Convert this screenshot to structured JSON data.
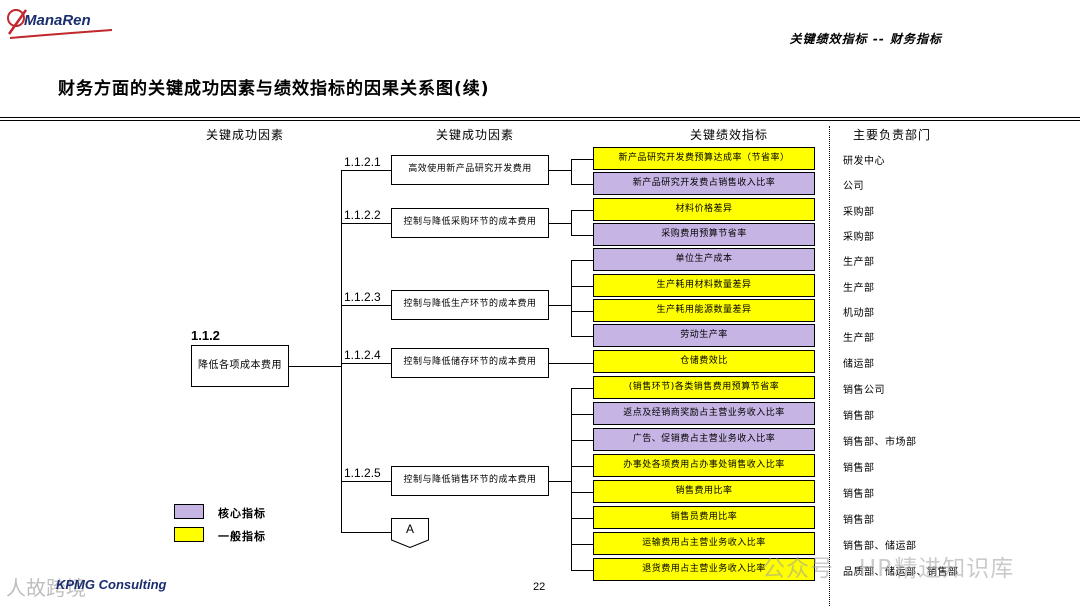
{
  "header": {
    "logo_text": "ManaRen",
    "right_title": "关键绩效指标 -- 财务指标",
    "main_title": "财务方面的关键成功因素与绩效指标的因果关系图(续)"
  },
  "columns": {
    "col1": "关键成功因素",
    "col2": "关键成功因素",
    "col3": "关键绩效指标",
    "col4": "主要负责部门"
  },
  "root": {
    "number": "1.1.2",
    "label": "降低各项成本费用"
  },
  "factors": [
    {
      "number": "1.1.2.1",
      "label": "高效使用新产品研究开发费用"
    },
    {
      "number": "1.1.2.2",
      "label": "控制与降低采购环节的成本费用"
    },
    {
      "number": "1.1.2.3",
      "label": "控制与降低生产环节的成本费用"
    },
    {
      "number": "1.1.2.4",
      "label": "控制与降低储存环节的成本费用"
    },
    {
      "number": "1.1.2.5",
      "label": "控制与降低销售环节的成本费用"
    }
  ],
  "connector": {
    "label": "A"
  },
  "kpis": [
    {
      "label": "新产品研究开发费预算达成率（节省率）",
      "type": "general",
      "dept": "研发中心"
    },
    {
      "label": "新产品研究开发费占销售收入比率",
      "type": "core",
      "dept": "公司"
    },
    {
      "label": "材料价格差异",
      "type": "general",
      "dept": "采购部"
    },
    {
      "label": "采购费用预算节省率",
      "type": "core",
      "dept": "采购部"
    },
    {
      "label": "单位生产成本",
      "type": "core",
      "dept": "生产部"
    },
    {
      "label": "生产耗用材料数量差异",
      "type": "general",
      "dept": "生产部"
    },
    {
      "label": "生产耗用能源数量差异",
      "type": "general",
      "dept": "机动部"
    },
    {
      "label": "劳动生产率",
      "type": "core",
      "dept": "生产部"
    },
    {
      "label": "仓储费效比",
      "type": "general",
      "dept": "储运部"
    },
    {
      "label": "(销售环节)各类销售费用预算节省率",
      "type": "general",
      "dept": "销售公司"
    },
    {
      "label": "返点及经销商奖励占主营业务收入比率",
      "type": "core",
      "dept": "销售部"
    },
    {
      "label": "广告、促销费占主营业务收入比率",
      "type": "core",
      "dept": "销售部、市场部"
    },
    {
      "label": "办事处各项费用占办事处销售收入比率",
      "type": "general",
      "dept": "销售部"
    },
    {
      "label": "销售费用比率",
      "type": "general",
      "dept": "销售部"
    },
    {
      "label": "销售员费用比率",
      "type": "general",
      "dept": "销售部"
    },
    {
      "label": "运输费用占主营业务收入比率",
      "type": "general",
      "dept": "销售部、储运部"
    },
    {
      "label": "退货费用占主营业务收入比率",
      "type": "general",
      "dept": "品质部、储运部、销售部"
    }
  ],
  "legend": {
    "core": {
      "label": "核心指标",
      "color": "#c6b4e4"
    },
    "general": {
      "label": "一般指标",
      "color": "#ffff00"
    }
  },
  "footer": {
    "company": "KPMG Consulting",
    "page": "22",
    "watermark_left": "人故跨境",
    "watermark_right": "公众号 · HR精进知识库"
  }
}
